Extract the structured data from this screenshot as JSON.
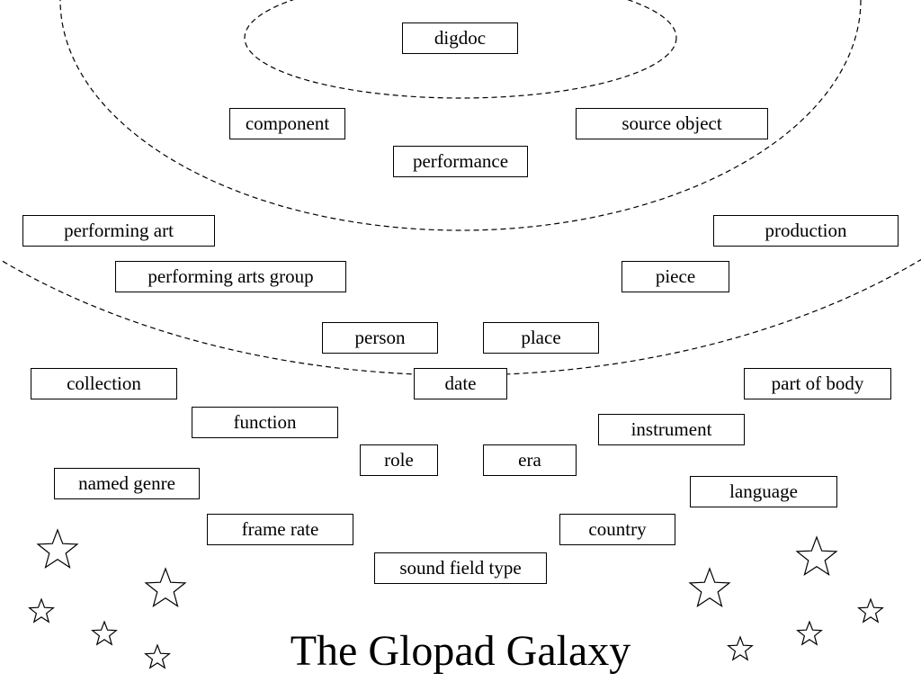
{
  "title": "The Glopad Galaxy",
  "nodes": [
    {
      "id": "digdoc",
      "label": "digdoc"
    },
    {
      "id": "component",
      "label": "component"
    },
    {
      "id": "source-object",
      "label": "source object"
    },
    {
      "id": "performance",
      "label": "performance"
    },
    {
      "id": "performing-art",
      "label": "performing art"
    },
    {
      "id": "production",
      "label": "production"
    },
    {
      "id": "performing-arts-group",
      "label": "performing arts group"
    },
    {
      "id": "piece",
      "label": "piece"
    },
    {
      "id": "person",
      "label": "person"
    },
    {
      "id": "place",
      "label": "place"
    },
    {
      "id": "collection",
      "label": "collection"
    },
    {
      "id": "date",
      "label": "date"
    },
    {
      "id": "part-of-body",
      "label": "part of body"
    },
    {
      "id": "function",
      "label": "function"
    },
    {
      "id": "instrument",
      "label": "instrument"
    },
    {
      "id": "role",
      "label": "role"
    },
    {
      "id": "era",
      "label": "era"
    },
    {
      "id": "named-genre",
      "label": "named genre"
    },
    {
      "id": "language",
      "label": "language"
    },
    {
      "id": "frame-rate",
      "label": "frame rate"
    },
    {
      "id": "country",
      "label": "country"
    },
    {
      "id": "sound-field-type",
      "label": "sound field type"
    }
  ],
  "decorations": {
    "star_icon": "star-outline-icon",
    "orbit_icon": "dashed-orbit",
    "line_color": "#000000"
  }
}
